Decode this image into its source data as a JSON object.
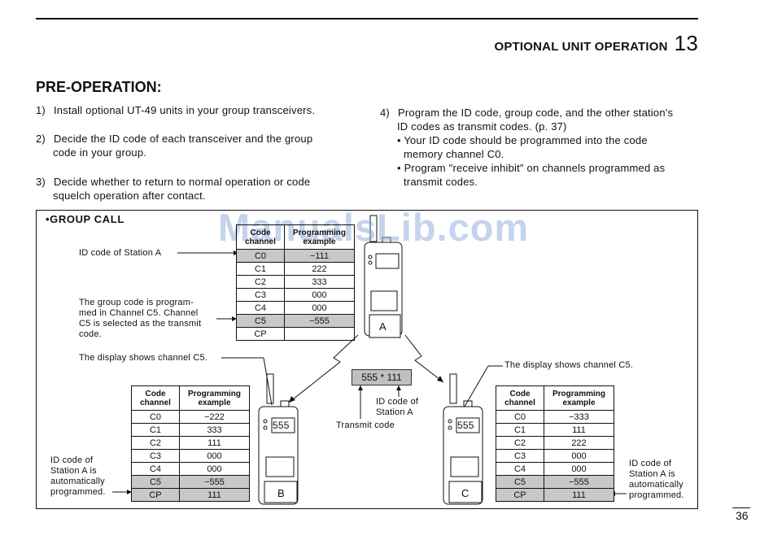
{
  "header": {
    "title": "OPTIONAL UNIT OPERATION",
    "chapter": "13"
  },
  "section": {
    "title": "PRE-OPERATION:"
  },
  "steps": {
    "s1": {
      "num": "1)",
      "text": "Install optional UT-49 units in your group transceivers."
    },
    "s2": {
      "num": "2)",
      "line1": "Decide the ID code of each transceiver and the group",
      "line2": "code in your group."
    },
    "s3": {
      "num": "3)",
      "line1": "Decide whether to return to normal operation or code",
      "line2": "squelch operation after contact."
    },
    "s4": {
      "num": "4)",
      "line1": "Program the ID code, group code, and the other station's",
      "line2": "ID codes as transmit codes.  (p. 37)",
      "b1l1": "• Your ID code should be programmed into the code",
      "b1l2": "memory channel C0.",
      "b2l1": "• Program \"receive inhibit\" on channels programmed as",
      "b2l2": "transmit codes."
    }
  },
  "diagram": {
    "title": "•GROUP CALL",
    "watermark": "ManualsLib.com",
    "col_code": "Code channel",
    "col_prog": "Programming example",
    "table_a": [
      [
        "C0",
        "−111"
      ],
      [
        "C1",
        "222"
      ],
      [
        "C2",
        "333"
      ],
      [
        "C3",
        "000"
      ],
      [
        "C4",
        "000"
      ],
      [
        "C5",
        "−555"
      ],
      [
        "CP",
        ""
      ]
    ],
    "table_b": [
      [
        "C0",
        "−222"
      ],
      [
        "C1",
        "333"
      ],
      [
        "C2",
        "111"
      ],
      [
        "C3",
        "000"
      ],
      [
        "C4",
        "000"
      ],
      [
        "C5",
        "−555"
      ],
      [
        "CP",
        "111"
      ]
    ],
    "table_c": [
      [
        "C0",
        "−333"
      ],
      [
        "C1",
        "111"
      ],
      [
        "C2",
        "222"
      ],
      [
        "C3",
        "000"
      ],
      [
        "C4",
        "000"
      ],
      [
        "C5",
        "−555"
      ],
      [
        "CP",
        "111"
      ]
    ],
    "label_id_a": "ID code of Station A",
    "label_group": [
      "The group code is program-",
      "med in Channel C5.  Channel",
      "C5 is selected as the transmit",
      "code."
    ],
    "label_display_left": "The display shows channel C5.",
    "label_display_right": "The display shows channel C5.",
    "label_auto_left": [
      "ID code of",
      "Station A is",
      "automatically",
      "programmed."
    ],
    "label_auto_right": [
      "ID code of",
      "Station A is",
      "automatically",
      "programmed."
    ],
    "center_display": "555 * 111",
    "label_id_station": [
      "ID code of",
      "Station A"
    ],
    "label_transmit": "Transmit code",
    "radio_a": "A",
    "radio_b": "B",
    "radio_c": "C",
    "radio_display": "555"
  },
  "page_number": "36"
}
